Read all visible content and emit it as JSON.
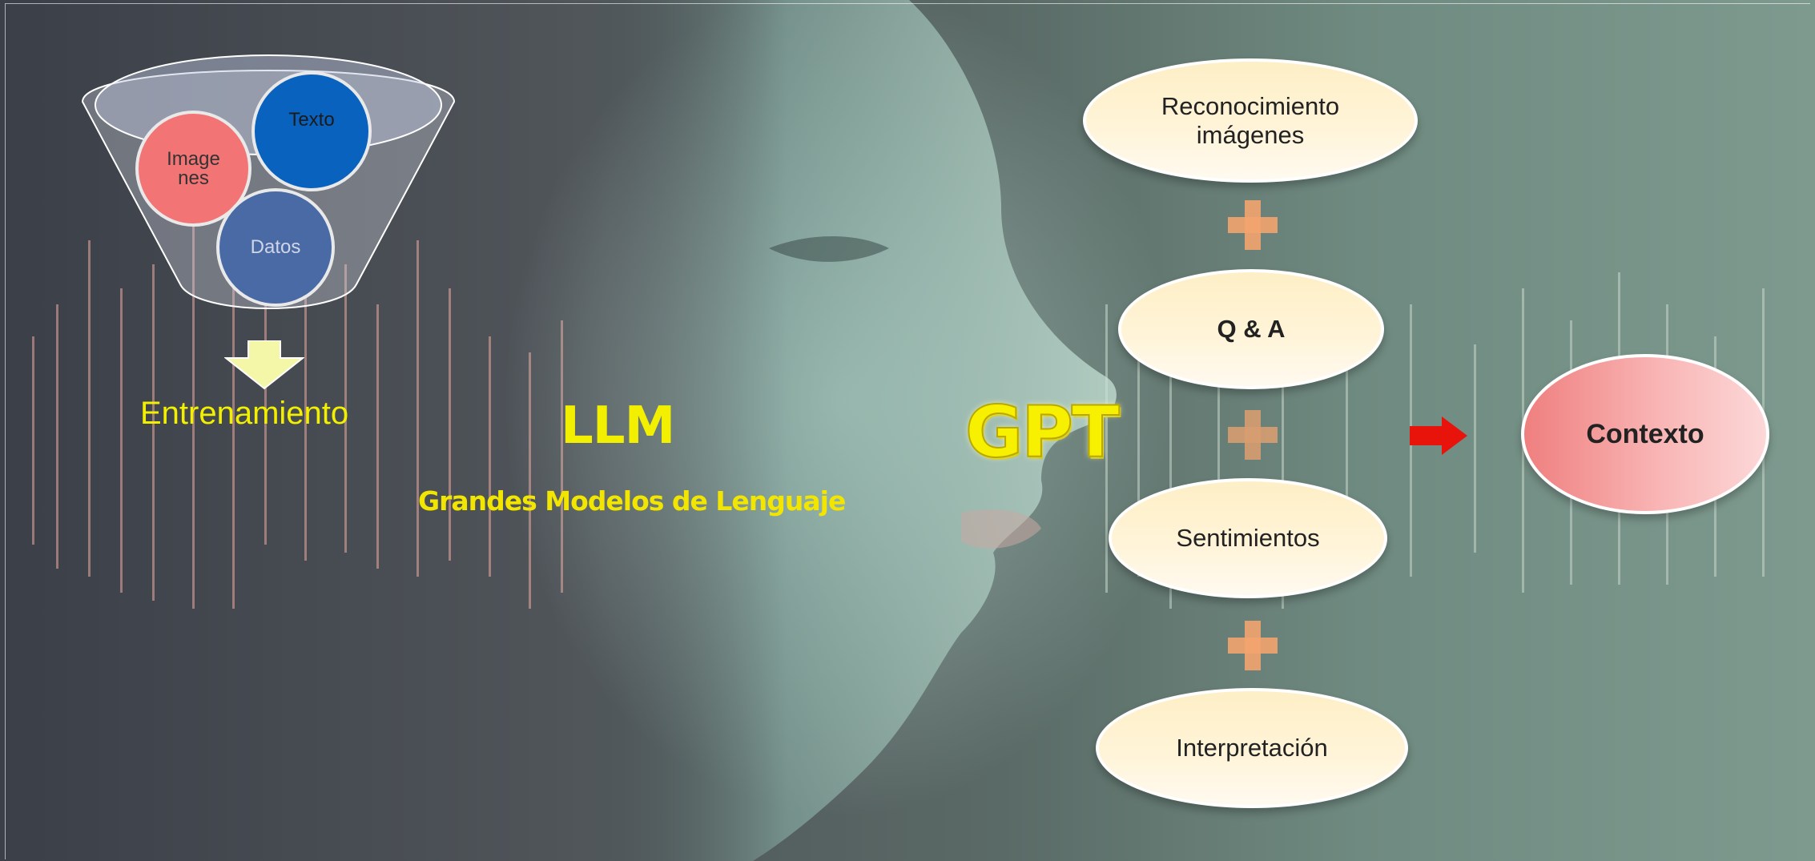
{
  "funnel": {
    "inputs": [
      {
        "label": "Image\nnes",
        "label_line1": "Image",
        "label_line2": "nes",
        "color": "#f27474"
      },
      {
        "label": "Texto",
        "color": "#0a62bf"
      },
      {
        "label": "Datos",
        "color": "#4a6aa6"
      }
    ],
    "output_label": "Entrenamiento"
  },
  "center": {
    "title": "LLM",
    "subtitle": "Grandes Modelos de Lenguaje",
    "gpt_label": "GPT"
  },
  "capabilities": [
    {
      "label_line1": "Reconocimiento",
      "label_line2": "imágenes"
    },
    {
      "label": "Q & A"
    },
    {
      "label": "Sentimientos"
    },
    {
      "label": "Interpretación"
    }
  ],
  "result": {
    "label": "Contexto"
  },
  "colors": {
    "accent_yellow": "#f2f000",
    "plus_orange": "#f2a46e",
    "arrow_red": "#e8140c",
    "cream": "#fdefc6",
    "contexto_pink": "#ef7f7f"
  }
}
